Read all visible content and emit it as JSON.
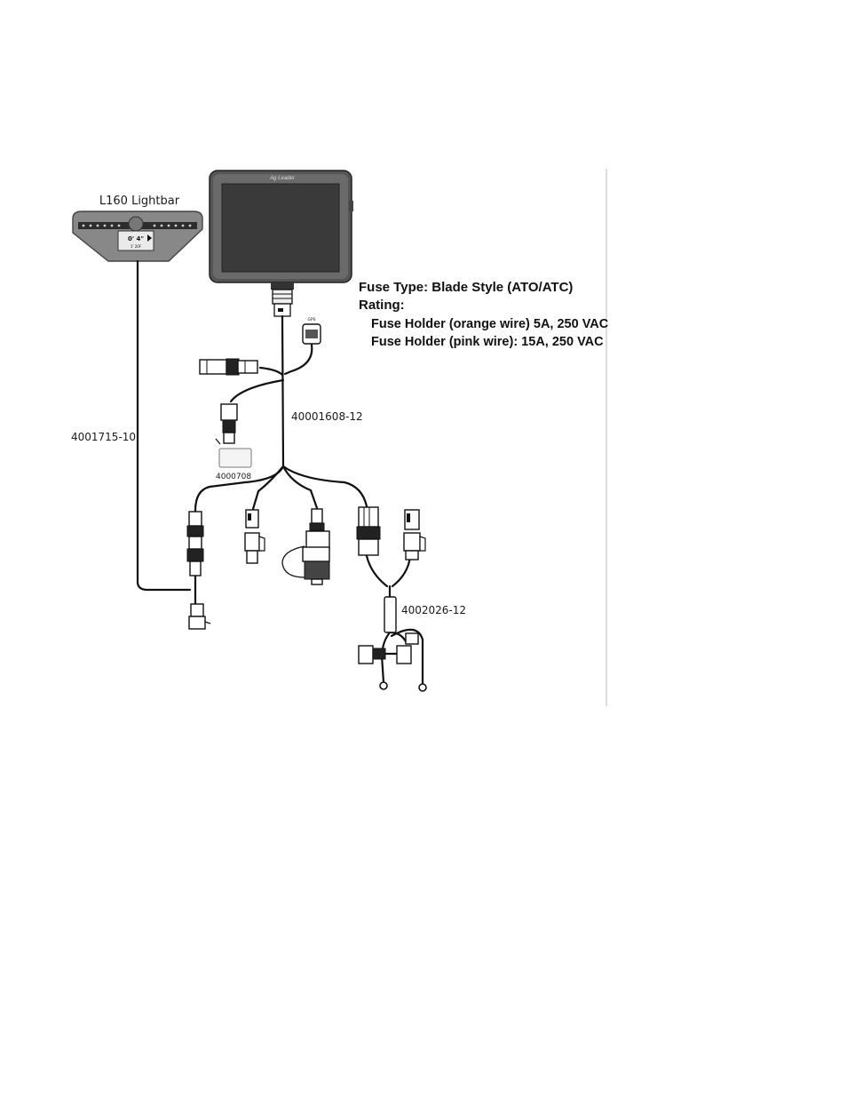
{
  "lightbar": {
    "title": "L160 Lightbar",
    "readout": "0' 4\"",
    "sub_readout": "1'   20F"
  },
  "display": {
    "brand": "Ag Leader"
  },
  "fuse_info": {
    "type_line": "Fuse Type: Blade Style (ATO/ATC)",
    "rating_line": "Rating:",
    "holder_orange": "Fuse Holder (orange wire) 5A, 250 VAC",
    "holder_pink": "Fuse Holder (pink wire): 15A, 250 VAC"
  },
  "cables": {
    "main_harness": "40001608-12",
    "lightbar_cable": "4001715-10",
    "module": "4000708",
    "power_cable": "4002026-12",
    "gps_tag": "GPS"
  }
}
